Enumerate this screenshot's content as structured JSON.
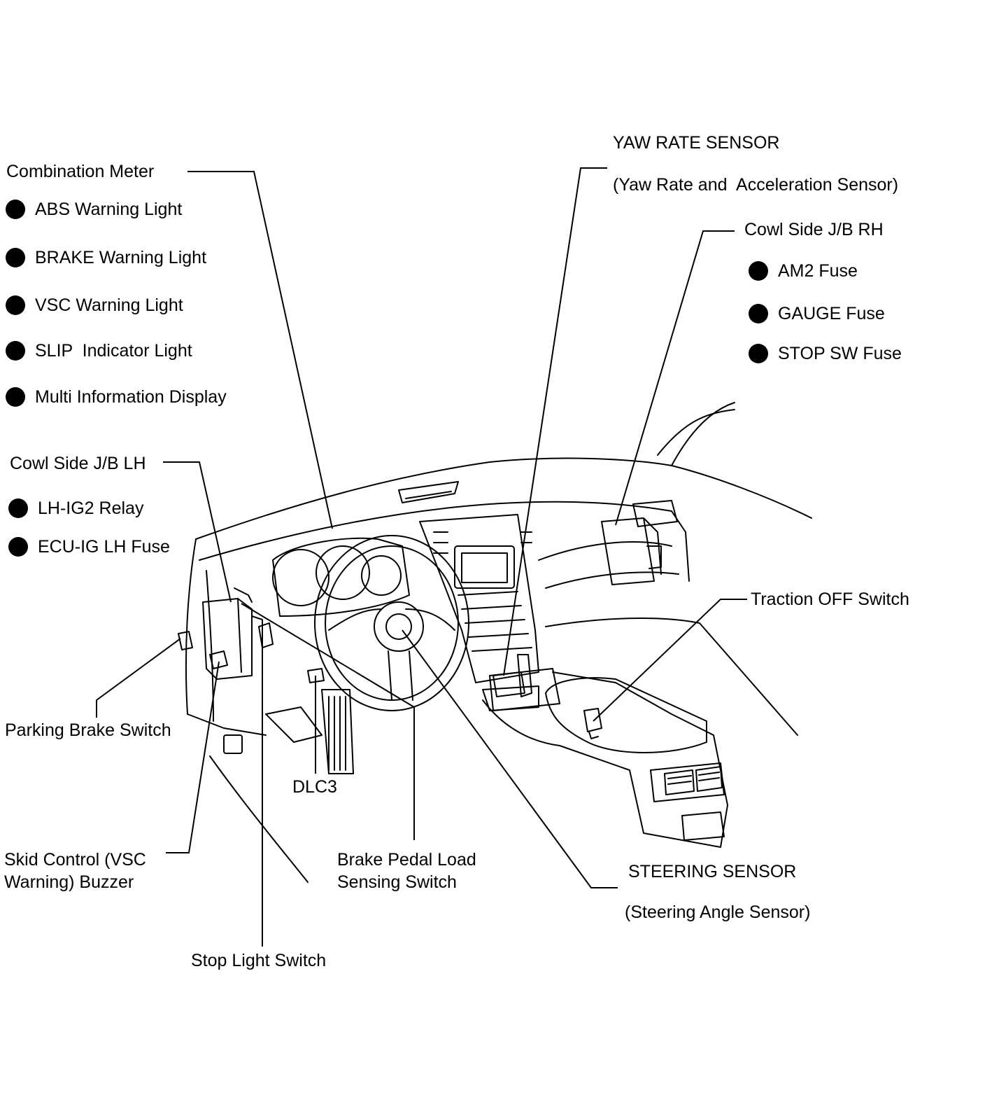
{
  "labels": {
    "combination_meter": "Combination Meter",
    "abs_warning_light": "ABS Warning Light",
    "brake_warning_light": "BRAKE Warning Light",
    "vsc_warning_light": "VSC Warning Light",
    "slip_indicator_light": "SLIP  Indicator Light",
    "multi_information_display": "Multi Information Display",
    "cowl_side_jb_lh": "Cowl Side J/B LH",
    "lh_ig2_relay": "LH-IG2 Relay",
    "ecu_ig_lh_fuse": "ECU-IG LH Fuse",
    "parking_brake_switch": "Parking Brake Switch",
    "skid_control_buzzer_line1": "Skid Control (VSC",
    "skid_control_buzzer_line2": "Warning) Buzzer",
    "stop_light_switch": "Stop Light Switch",
    "dlc3": "DLC3",
    "brake_pedal_load_line1": "Brake Pedal Load",
    "brake_pedal_load_line2": "Sensing Switch",
    "yaw_rate_sensor": "YAW RATE SENSOR",
    "yaw_rate_sensor_sub": "(Yaw Rate and  Acceleration Sensor)",
    "cowl_side_jb_rh": "Cowl Side J/B RH",
    "am2_fuse": "AM2 Fuse",
    "gauge_fuse": "GAUGE Fuse",
    "stop_sw_fuse": "STOP SW Fuse",
    "traction_off_switch": "Traction OFF Switch",
    "steering_sensor": "STEERING SENSOR",
    "steering_sensor_sub": "(Steering Angle Sensor)"
  },
  "colors": {
    "ink": "#000000",
    "paper": "#ffffff"
  }
}
